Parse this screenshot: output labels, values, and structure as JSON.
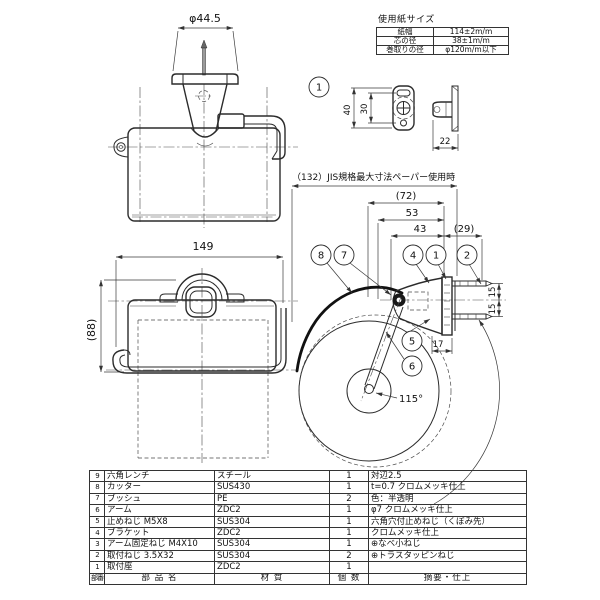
{
  "paper_size_table": {
    "title": "使用紙サイズ",
    "rows": [
      {
        "label": "紙幅",
        "value": "114±2m/m"
      },
      {
        "label": "芯の径",
        "value": "38±1m/m"
      },
      {
        "label": "巻取りの径",
        "value": "φ120m/m以下"
      }
    ]
  },
  "dims": {
    "top_dia": "φ44.5",
    "front_w": "149",
    "front_h": "(88)",
    "max_note": "（132）JIS規格最大寸法ペーパー使用時",
    "d72": "(72)",
    "d53": "53",
    "d43": "43",
    "d29": "(29)",
    "d40": "40",
    "d30": "30",
    "d22": "22",
    "d15a": "15",
    "d15b": "15",
    "d17": "17",
    "angle": "115°"
  },
  "balloons": {
    "n8": "8",
    "n7": "7",
    "n4": "4",
    "n1": "1",
    "n2": "2",
    "n5": "5",
    "n6": "6",
    "detail": "1"
  },
  "parts_table": {
    "headers": {
      "no": "部番",
      "name": "部 品 名",
      "material": "材  質",
      "qty": "個 数",
      "remark": "摘要・仕上"
    },
    "rows": [
      {
        "no": "9",
        "name": "六角レンチ",
        "material": "スチール",
        "qty": "1",
        "remark": "対辺2.5"
      },
      {
        "no": "8",
        "name": "カッター",
        "material": "SUS430",
        "qty": "1",
        "remark": "t=0.7 クロムメッキ仕上"
      },
      {
        "no": "7",
        "name": "ブッシュ",
        "material": "PE",
        "qty": "2",
        "remark": "色：半透明"
      },
      {
        "no": "6",
        "name": "アーム",
        "material": "ZDC2",
        "qty": "1",
        "remark": "φ7 クロムメッキ仕上"
      },
      {
        "no": "5",
        "name": "止めねじ M5X8",
        "material": "SUS304",
        "qty": "1",
        "remark": "六角穴付止めねじ（くぼみ先）"
      },
      {
        "no": "4",
        "name": "ブラケット",
        "material": "ZDC2",
        "qty": "1",
        "remark": "クロムメッキ仕上"
      },
      {
        "no": "3",
        "name": "アーム固定ねじ M4X10",
        "material": "SUS304",
        "qty": "1",
        "remark": "⊕なべ小ねじ"
      },
      {
        "no": "2",
        "name": "取付ねじ 3.5X32",
        "material": "SUS304",
        "qty": "2",
        "remark": "⊕トラスタッピンねじ"
      },
      {
        "no": "1",
        "name": "取付座",
        "material": "ZDC2",
        "qty": "1",
        "remark": ""
      }
    ]
  }
}
